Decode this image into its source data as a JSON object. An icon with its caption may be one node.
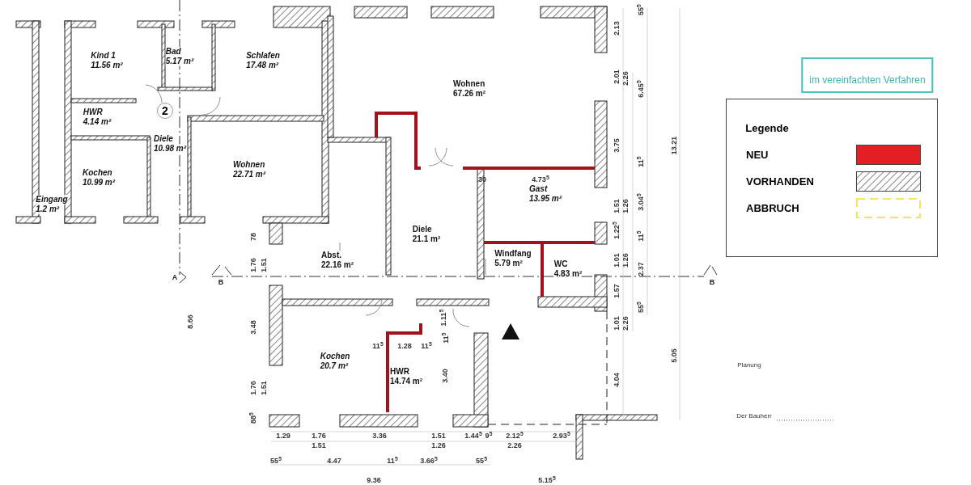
{
  "diagram": {
    "nodes": [
      {
        "text": [
          "Kind 1",
          "11.56 m²"
        ]
      },
      {
        "text": [
          "Bad",
          "5.17 m²"
        ]
      },
      {
        "text": [
          "Schlafen",
          "17.48 m²"
        ]
      },
      {
        "text": [
          "2"
        ]
      },
      {
        "text": [
          "HWR",
          "4.14 m²"
        ]
      },
      {
        "text": [
          "Diele",
          "10.98 m²"
        ]
      },
      {
        "text": [
          "Kochen",
          "10.99 m²"
        ]
      },
      {
        "text": [
          "Wohnen",
          "22.71 m²"
        ]
      },
      {
        "text": [
          "Eingang",
          "1.2 m²"
        ]
      },
      {
        "text": [
          "Wohnen",
          "67.26 m²"
        ]
      },
      {
        "text": [
          "Gast",
          "13.95 m²"
        ]
      },
      {
        "text": [
          "Diele",
          "21.1 m²"
        ]
      },
      {
        "text": [
          "Abst.",
          "22.16 m²"
        ]
      },
      {
        "text": [
          "Windfang",
          "5.79 m²"
        ]
      },
      {
        "text": [
          "WC",
          "4.83 m²"
        ]
      },
      {
        "text": [
          "Kochen",
          "20.7 m²"
        ]
      },
      {
        "text": [
          "HWR",
          "14.74 m²"
        ]
      }
    ],
    "edges": [],
    "labels": [
      "im vereinfachten Verfahren",
      "2.13",
      "55$^{5}$",
      "2.01",
      "2.26",
      "6.45$^{5}$",
      "Legende",
      "3.75",
      "13.21",
      "11$^{5}$",
      "30",
      "4.73$^{5}$",
      "1.51",
      "1.26",
      "3.04$^{5}$",
      "78",
      "1.22$^{5}$",
      "11$^{5}$",
      "1.76",
      "1.51",
      "1.01",
      "1.26",
      "2.37",
      "A",
      "B",
      "B",
      "1.57",
      "55$^{5}$",
      "8.66",
      "3.48",
      "1.11$^{5}$",
      "1.01",
      "2.26",
      "11$^{5}$",
      "11$^{5}$",
      "1.28",
      "11$^{5}$",
      "5.05",
      "Planung",
      "3.40",
      "4.04",
      "1.76",
      "1.51",
      "Der Bauherr",
      "88$^{5}$",
      "1.29",
      "1.76",
      "3.36",
      "1.51",
      "1.44$^{5}$",
      "9$^{5}$",
      "2.12$^{5}$",
      "2.93$^{5}$",
      "1.51",
      "1.26",
      "2.26",
      "55$^{5}$",
      "4.47",
      "11$^{5}$",
      "3.66$^{5}$",
      "55$^{5}$",
      "9.36",
      "5.15$^{5}$"
    ],
    "legend": [
      {
        "text": "NEU",
        "color": "#e31e24"
      },
      {
        "text": "VORHANDEN"
      },
      {
        "text": "ABBRUCH"
      }
    ]
  }
}
